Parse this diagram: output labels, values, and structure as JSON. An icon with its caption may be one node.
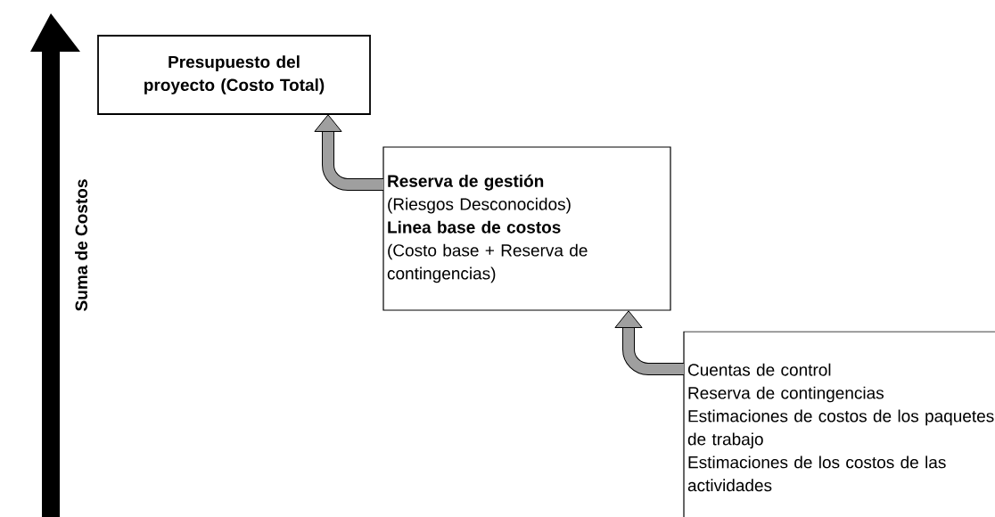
{
  "diagram": {
    "nodes": [
      {
        "text": [
          "Presupuesto del proyecto (Costo Total)"
        ]
      },
      {
        "text": [
          "Reserva de gestión",
          "(Riesgos Desconocidos)",
          "Linea base de costos",
          "(Costo base  + Reserva de contingencias)"
        ]
      },
      {
        "text": [
          "Cuentas de control",
          "Reserva de contingencias",
          "Estimaciones de costos de los paquetes de trabajo",
          "Estimaciones de los costos de las actividades"
        ]
      }
    ],
    "edges": [
      {
        "from": 1,
        "to": 0,
        "arrow": "to"
      },
      {
        "from": 2,
        "to": 1,
        "arrow": "to"
      }
    ],
    "labels": [
      "Suma de Costos"
    ]
  }
}
